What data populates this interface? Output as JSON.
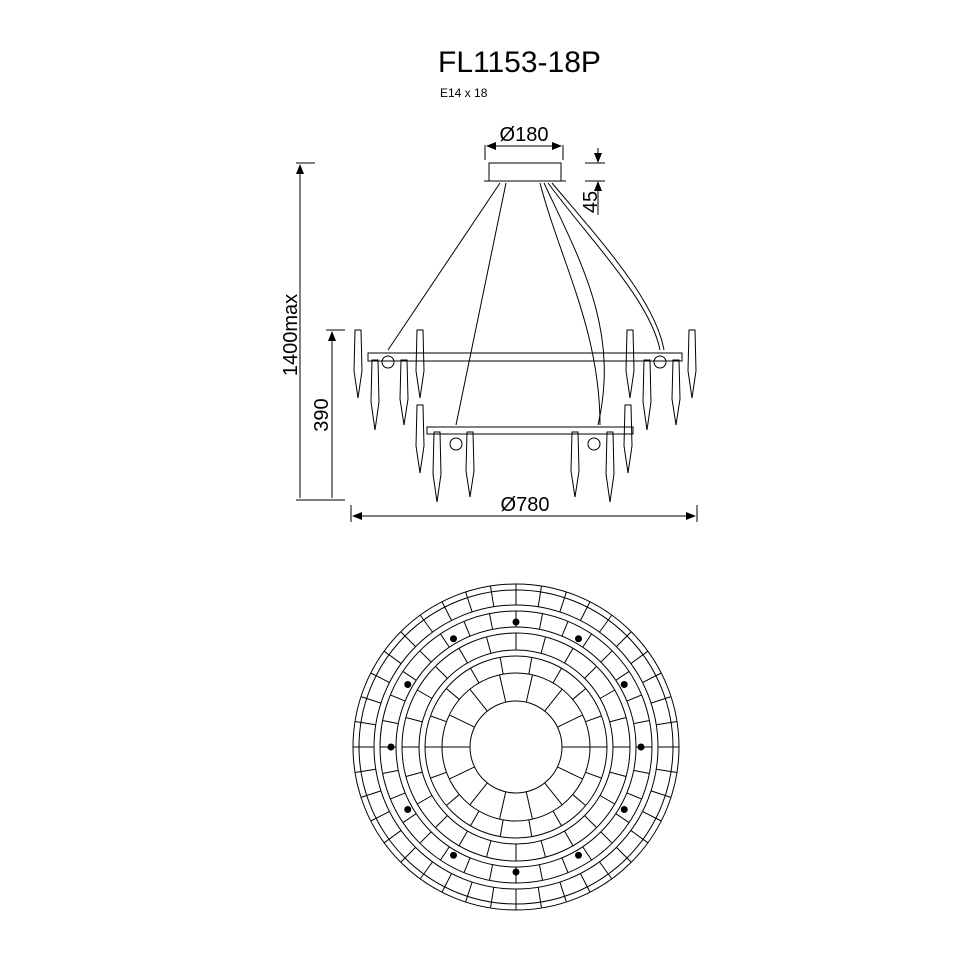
{
  "header": {
    "model": "FL1153-18P",
    "lamp_spec": "E14 x 18"
  },
  "dimensions": {
    "canopy_diameter": "Ø180",
    "canopy_height": "45",
    "max_height": "1400max",
    "body_height": "390",
    "diameter": "Ø780"
  },
  "colors": {
    "line": "#000000",
    "background": "#ffffff"
  }
}
